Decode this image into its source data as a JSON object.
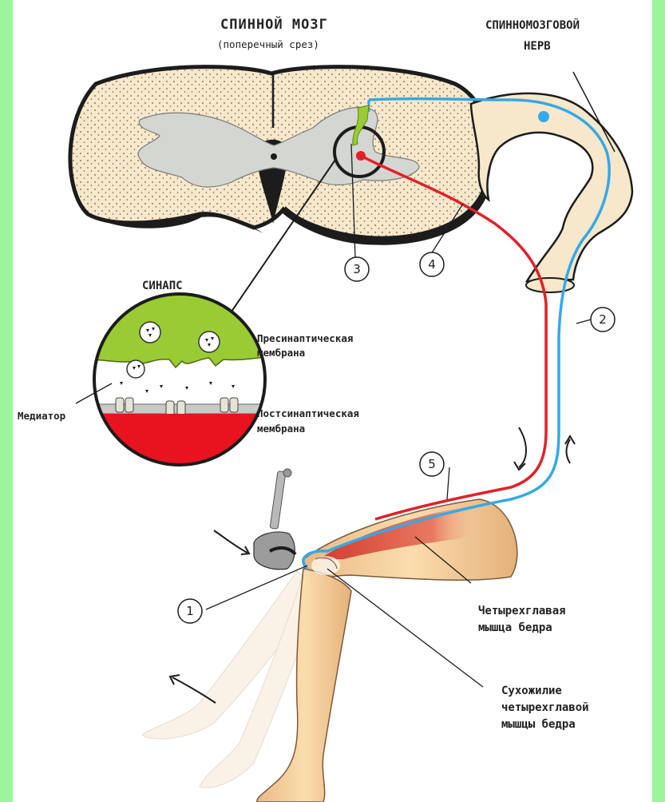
{
  "colors": {
    "frame": "#9cf59a",
    "cord": "#f7e8cc",
    "grey_matter": "#d6d8d4",
    "sensory": "#35a9e6",
    "motor": "#e3202a",
    "presynaptic": "#99cc33",
    "postsynaptic": "#e8131f",
    "skin": "#f8d9a8",
    "muscle": "#e85a50"
  },
  "labels": {
    "spinal_cord_title": "СПИННОЙ МОЗГ",
    "spinal_cord_subtitle": "(поперечный срез)",
    "spinal_nerve_line1": "СПИННОМОЗГОВОЙ",
    "spinal_nerve_line2": "НЕРВ",
    "synapse": "СИНАПС",
    "presynaptic_line1": "Пресинаптическая",
    "presynaptic_line2": "мембрана",
    "postsynaptic_line1": "Постсинаптическая",
    "postsynaptic_line2": "мембрана",
    "mediator": "Медиатор",
    "quadriceps_line1": "Четырехглавая",
    "quadriceps_line2": "мышца бедра",
    "tendon_line1": "Сухожилие",
    "tendon_line2": "четырехглавой",
    "tendon_line3": "мышцы бедра"
  },
  "markers": [
    "1",
    "2",
    "3",
    "4",
    "5"
  ]
}
